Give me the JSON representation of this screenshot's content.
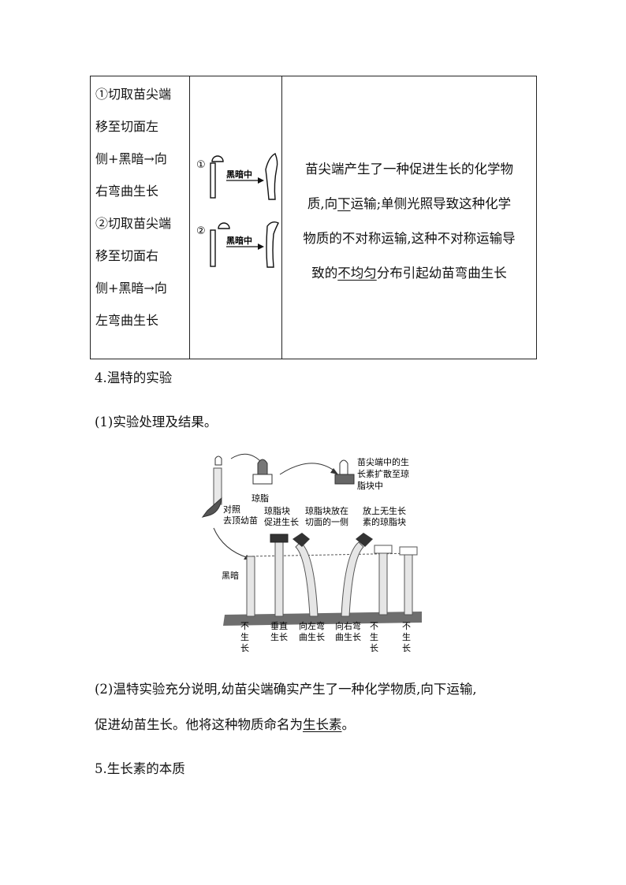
{
  "table": {
    "col1": {
      "lines": [
        "①切取苗尖端",
        "移至切面左",
        "侧+黑暗→向",
        "右弯曲生长",
        "②切取苗尖端",
        "移至切面右",
        "侧+黑暗→向",
        "左弯曲生长"
      ]
    },
    "col2": {
      "fig1_number": "①",
      "fig2_number": "②",
      "dark_label": "黑暗中"
    },
    "col3": {
      "line1": "苗尖端产生了一种促进生长的化学物",
      "line2_a": "质,向",
      "line2_u": "下",
      "line2_b": "运输;单侧光照导致这种化学",
      "line3": "物质的不对称运输,这种不对称运输导",
      "line4_a": "致的",
      "line4_u": "不均匀",
      "line4_b": "分布引起幼苗弯曲生长"
    }
  },
  "section4_title": "4.温特的实验",
  "subsection1": "(1)实验处理及结果。",
  "figure": {
    "agar_label": "琼脂",
    "diffuse_label": [
      "苗尖端中的生",
      "长素扩散至琼",
      "脂块中"
    ],
    "control_label": [
      "对照",
      "去顶幼苗"
    ],
    "label_a": [
      "琼脂块",
      "促进生长"
    ],
    "label_b": [
      "琼脂块放在",
      "切面的一侧"
    ],
    "label_c": [
      "放上无生长",
      "素的琼脂块"
    ],
    "dark_label": "黑暗",
    "result_1": [
      "不",
      "生",
      "长"
    ],
    "result_2": [
      "垂直",
      "生长"
    ],
    "result_3": [
      "向左弯",
      "曲生长"
    ],
    "result_4": [
      "向右弯",
      "曲生长"
    ],
    "result_5": [
      "不",
      "生",
      "长"
    ],
    "result_6": [
      "不",
      "生",
      "长"
    ]
  },
  "paragraph2_line1": "(2)温特实验充分说明,幼苗尖端确实产生了一种化学物质,向下运输,",
  "paragraph2_line2_a": "促进幼苗生长。他将这种物质命名为",
  "paragraph2_line2_u": "生长素",
  "paragraph2_line2_b": "。",
  "section5_title": "5.生长素的本质"
}
